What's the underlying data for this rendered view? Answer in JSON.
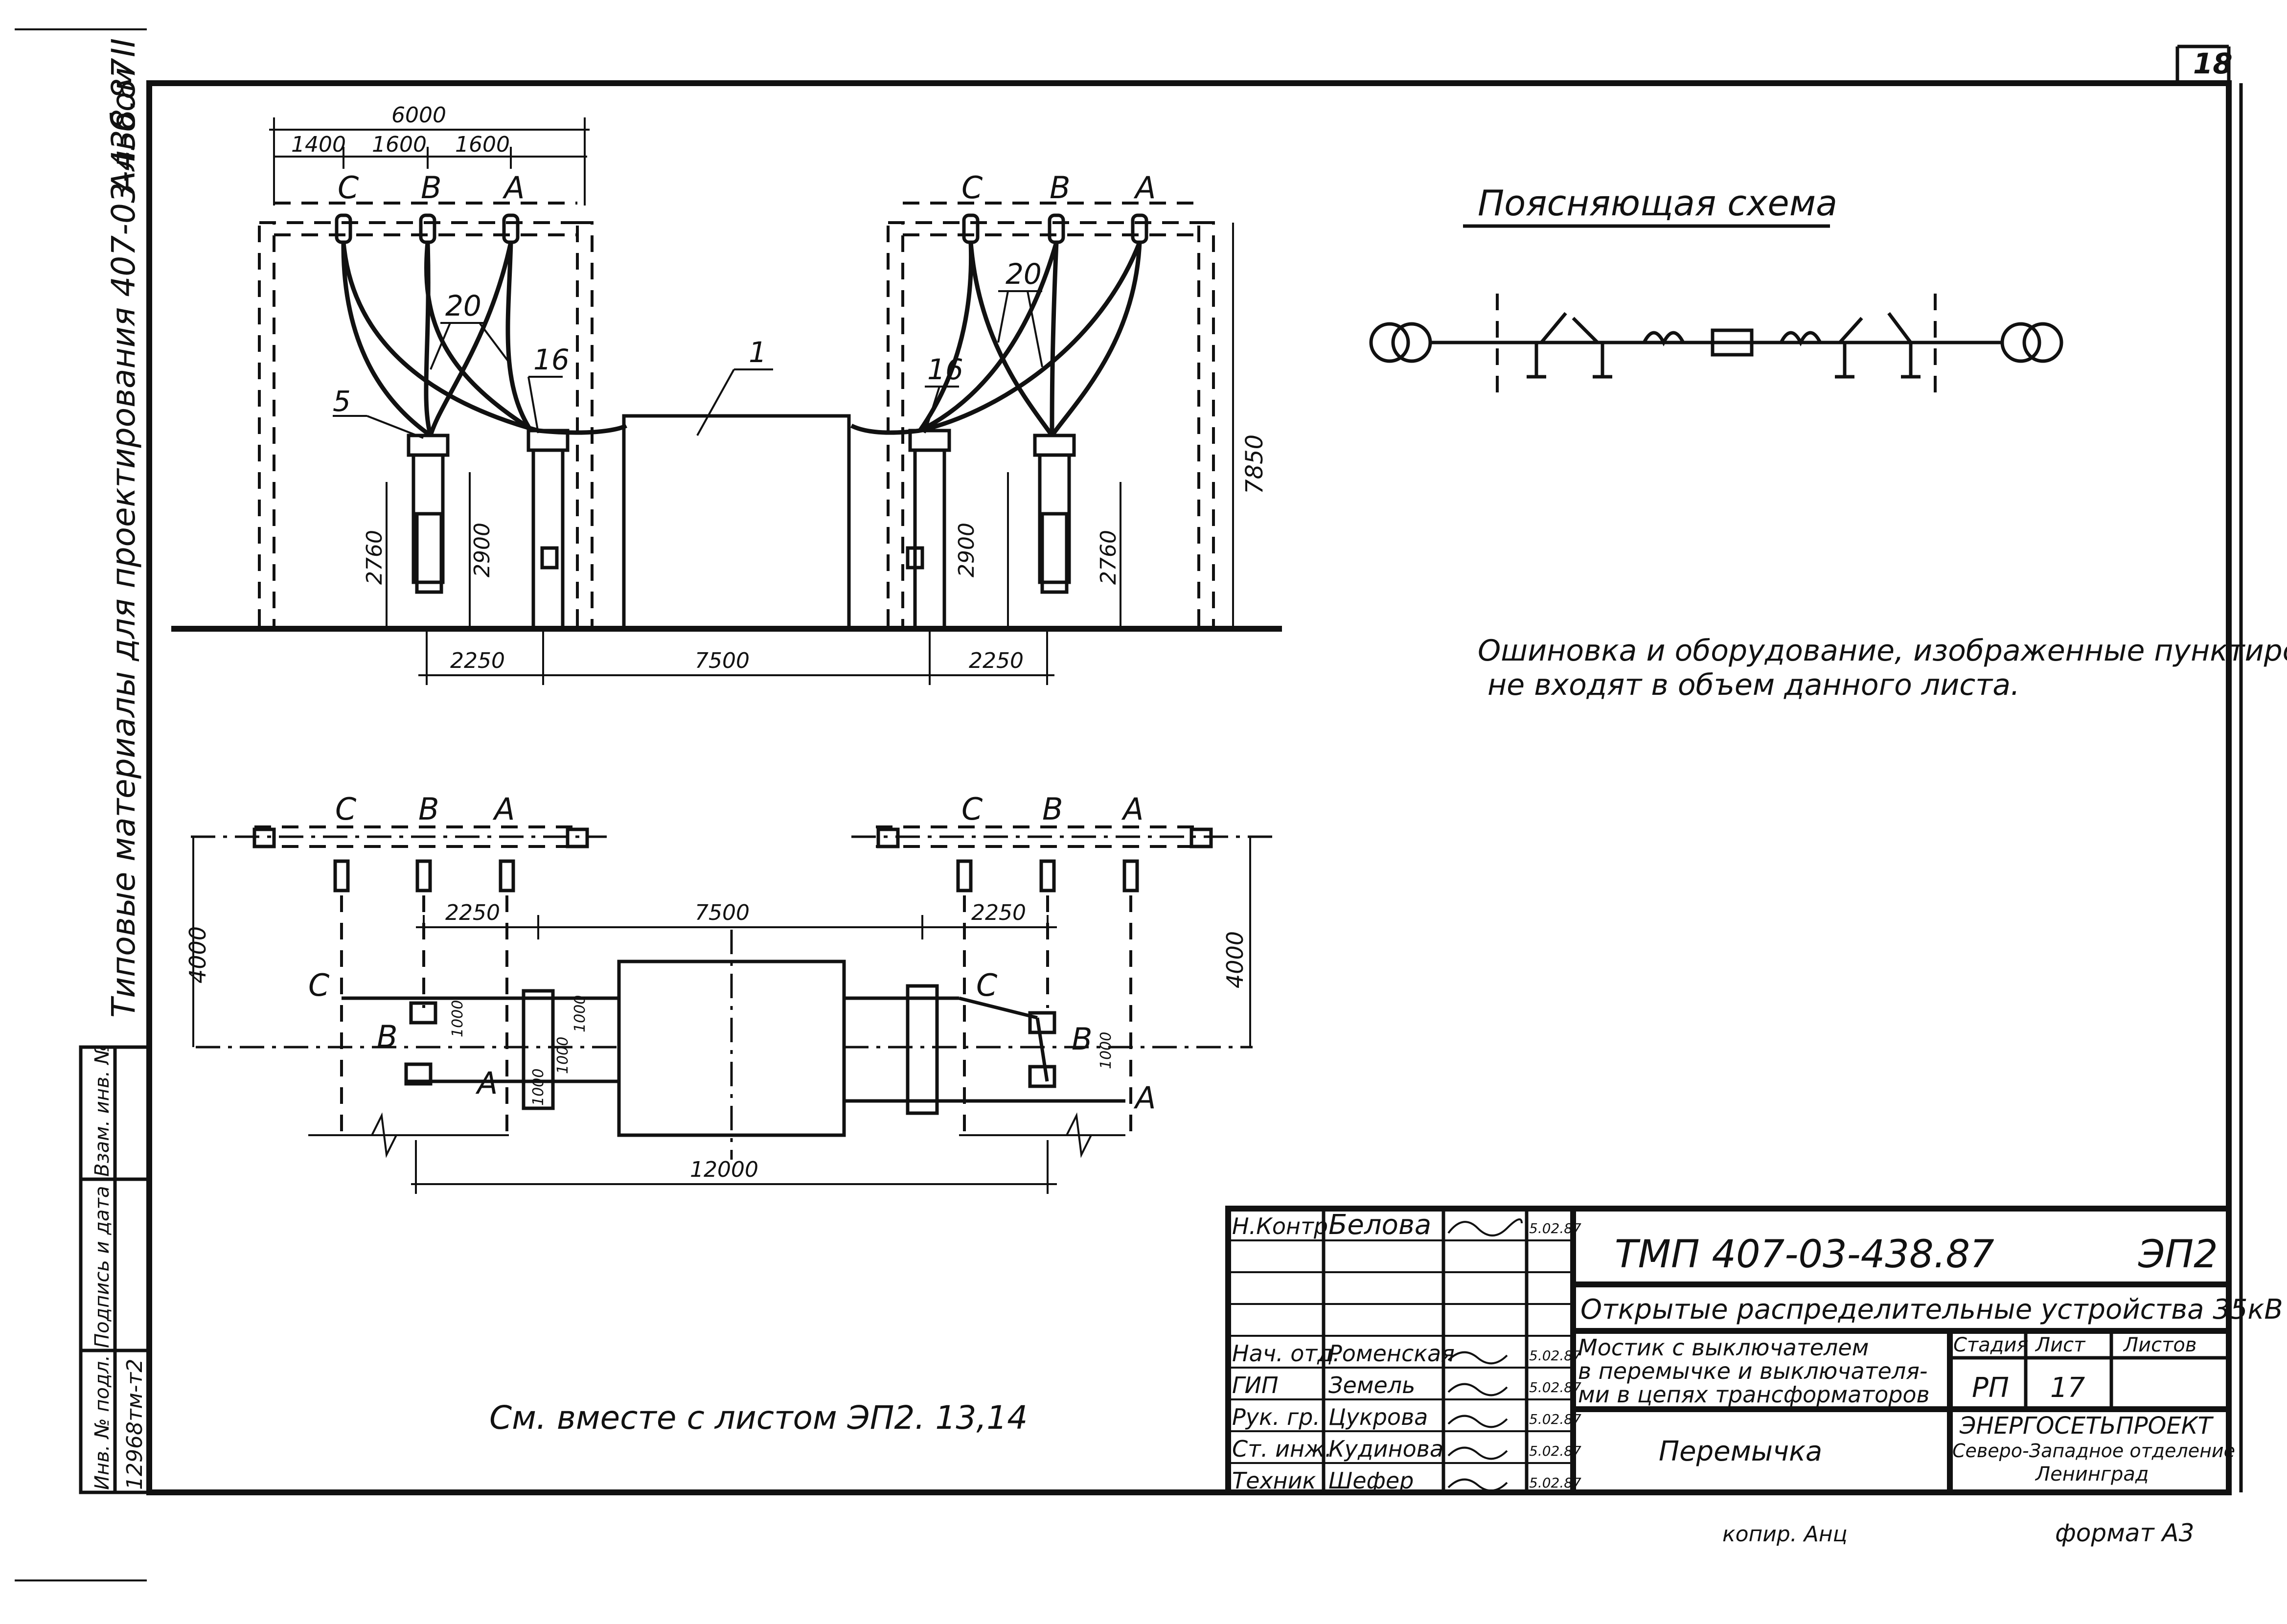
{
  "sheet": {
    "page_number": "18",
    "side_title": "Типовые материалы для проектирования 407-03-438.87",
    "side_album": "Альбом II",
    "format": "формат А3",
    "copier": "копир. Анц"
  },
  "schematic": {
    "title": "Поясняющая схема",
    "note_line1": "Ошиновка и оборудование, изображенные пунктиром,",
    "note_line2": "не входят в объем данного листа."
  },
  "elevation": {
    "dims": {
      "total_width": "6000",
      "span_1": "1400",
      "span_2": "1600",
      "span_3": "1600",
      "height_left_a": "2760",
      "height_left_b": "2900",
      "height_right_a": "2900",
      "height_right_b": "2760",
      "height_total": "7850",
      "bottom_left": "2250",
      "bottom_mid": "7500",
      "bottom_right": "2250"
    },
    "phases_left": [
      "C",
      "B",
      "A"
    ],
    "phases_right": [
      "C",
      "B",
      "A"
    ],
    "callouts": {
      "item_1": "1",
      "item_5": "5",
      "item_16_left": "16",
      "item_16_right": "16",
      "item_20_left": "20",
      "item_20_right": "20"
    }
  },
  "plan": {
    "phases_top_left": [
      "C",
      "B",
      "A"
    ],
    "phases_top_right": [
      "C",
      "B",
      "A"
    ],
    "dims": {
      "left_height": "4000",
      "right_height": "4000",
      "left_2250": "2250",
      "mid_7500": "7500",
      "right_2250": "2250",
      "total_12000": "12000",
      "small_1000_a": "1000",
      "small_1000_b": "1000",
      "small_1000_c": "1000",
      "small_1000_d": "1000",
      "small_1000_e": "1000"
    },
    "phase_c_left": "C",
    "phase_b_left": "B",
    "phase_a_left": "A",
    "phase_c_right": "C",
    "phase_b_right": "B",
    "phase_a_right": "A"
  },
  "see_also": "См. вместе с листом ЭП2. 13,14",
  "title_block": {
    "roles": [
      "Н.Контр",
      "",
      "",
      "",
      "Нач. отд.",
      "ГИП",
      "Рук. гр.",
      "Ст. инж.",
      "Техник"
    ],
    "names": [
      "Белова",
      "",
      "",
      "",
      "Роменская",
      "Земель",
      "Цукрова",
      "Кудинова",
      "Шефер"
    ],
    "dates": [
      "5.02.87",
      "",
      "",
      "",
      "5.02.87",
      "5.02.87",
      "5.02.87",
      "5.02.87",
      "5.02.87"
    ],
    "doc_number": "ТМП 407-03-438.87",
    "doc_code": "ЭП2",
    "project_title": "Открытые распределительные устройства 35кВ",
    "desc_line1": "Мостик с выключателем",
    "desc_line2": "в перемычке и выключателя-",
    "desc_line3": "ми в цепях трансформаторов",
    "sheet_name": "Перемычка",
    "stage_header": "Стадия",
    "sheet_header": "Лист",
    "sheets_header": "Листов",
    "stage": "РП",
    "sheet_no": "17",
    "sheets_total": "",
    "org_line1": "ЭНЕРГОСЕТЬПРОЕКТ",
    "org_line2": "Северо-Западное отделение",
    "org_line3": "Ленинград"
  },
  "left_strip": {
    "inv_no_label": "Инв. № подл.",
    "sign_label": "Подпись и дата",
    "replace_label": "Взам. инв. №",
    "inv_no_value": "12968тм-т2"
  }
}
